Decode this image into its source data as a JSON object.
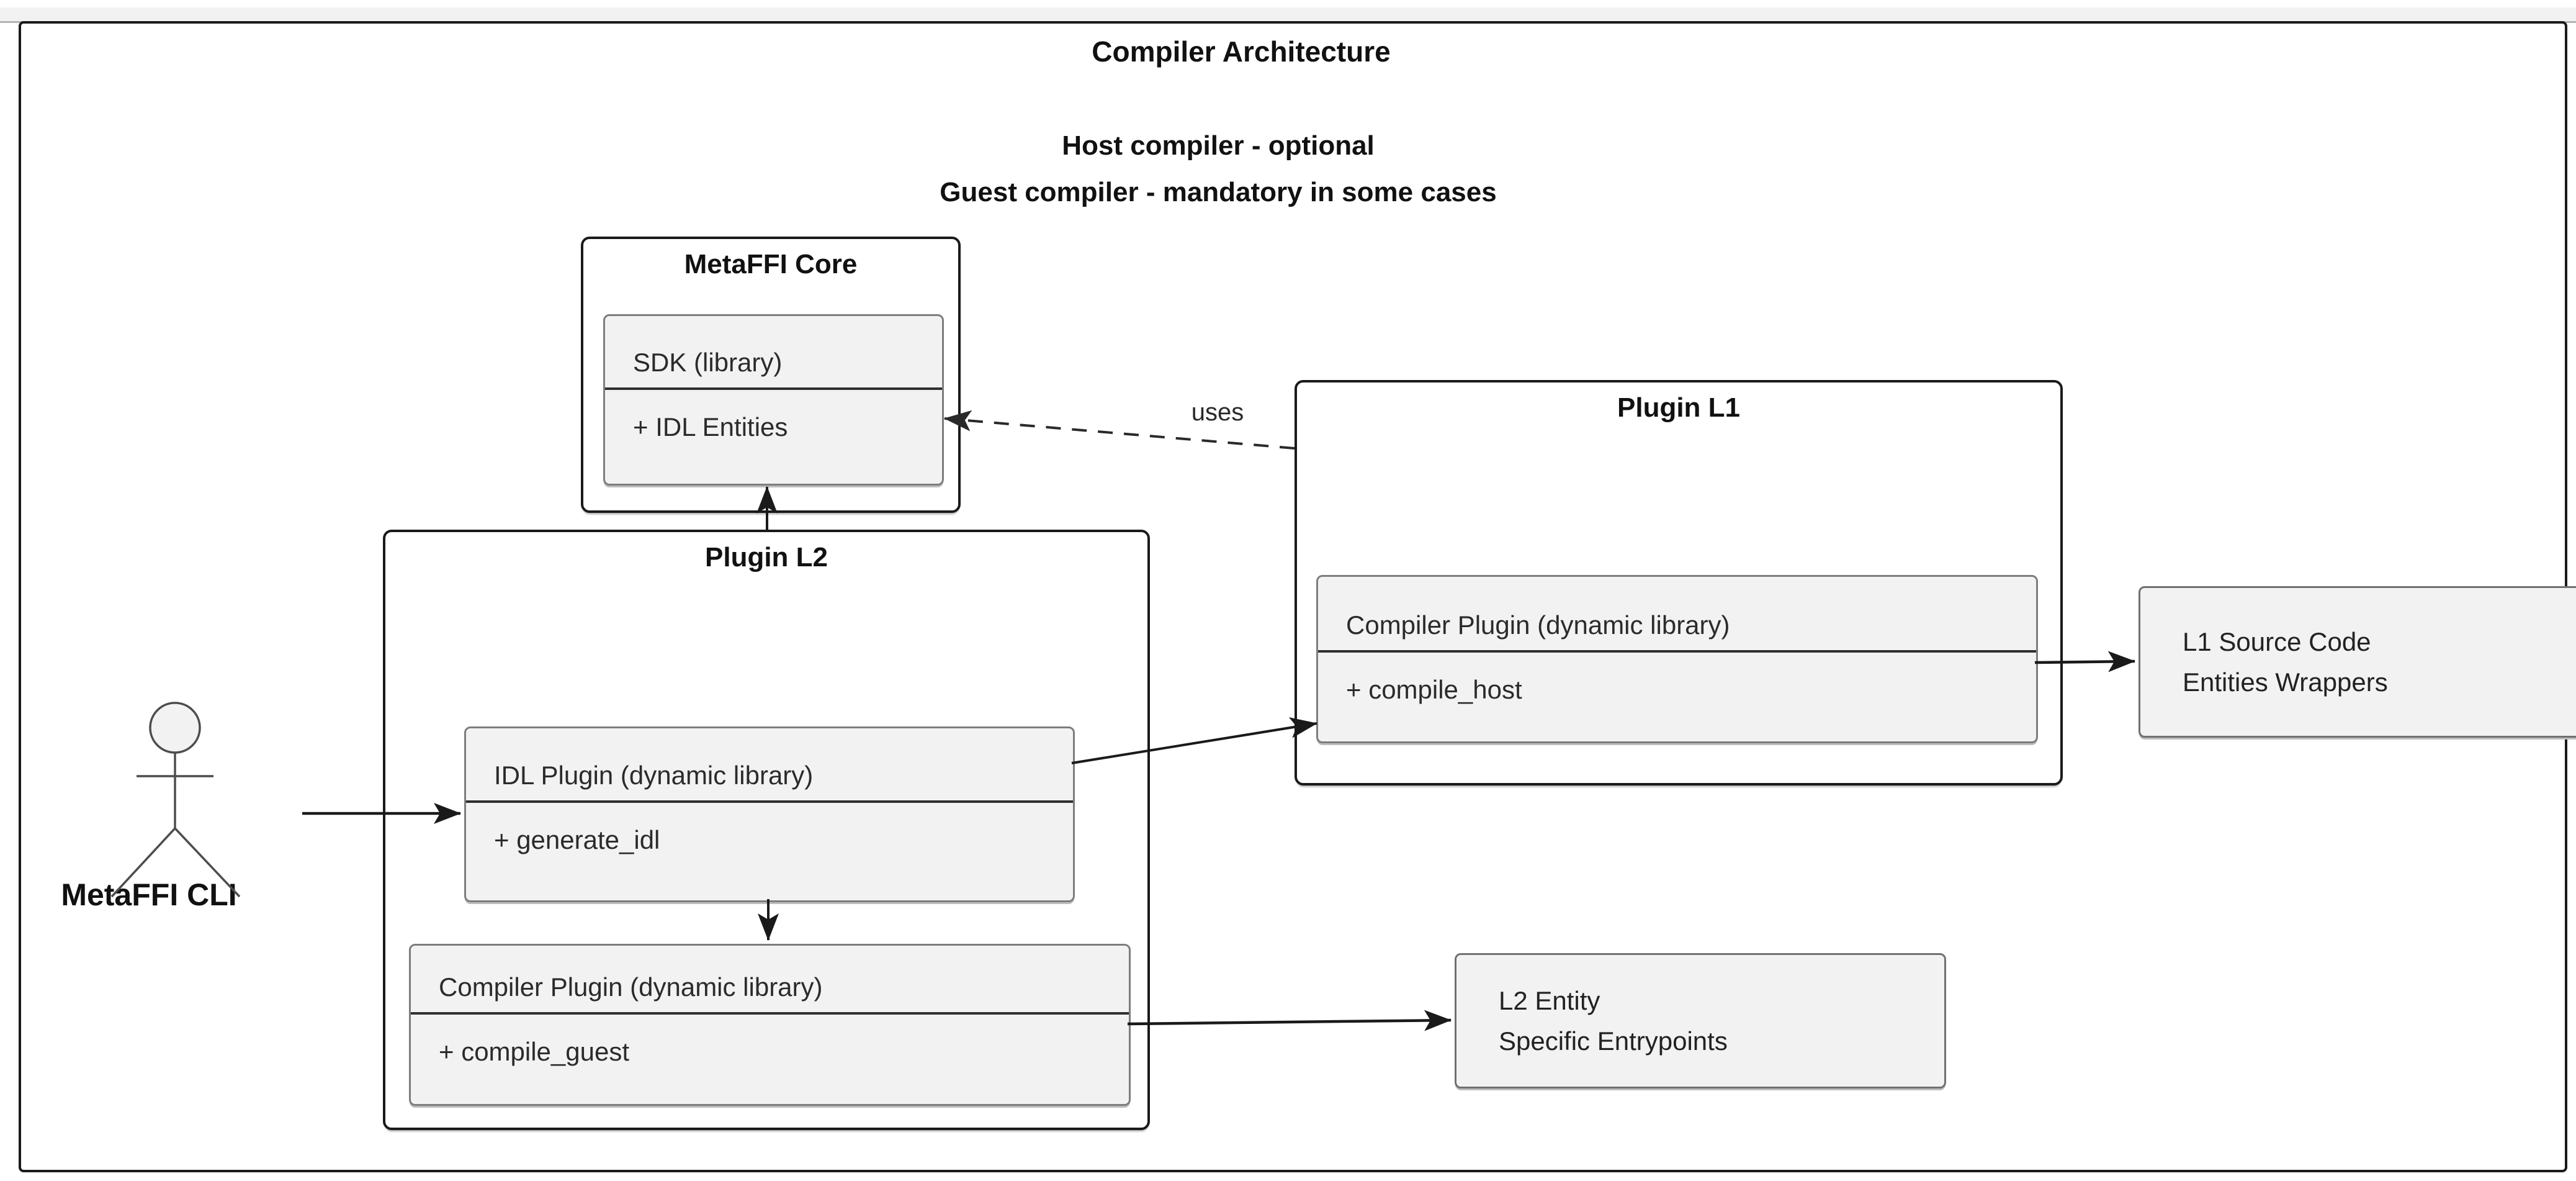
{
  "diagram": {
    "title": "Compiler Architecture",
    "subtitle": {
      "line1": "Host compiler - optional",
      "line2": "Guest compiler - mandatory in some cases"
    },
    "actor": {
      "label": "MetaFFI CLI"
    },
    "groups": {
      "metaffi_core": {
        "title": "MetaFFI Core",
        "sdk": {
          "name": "SDK (library)",
          "member": "+ IDL Entities"
        }
      },
      "plugin_l2": {
        "title": "Plugin L2",
        "idl_plugin": {
          "name": "IDL Plugin (dynamic library)",
          "member": "+ generate_idl"
        },
        "compiler_plugin": {
          "name": "Compiler Plugin (dynamic library)",
          "member": "+ compile_guest"
        }
      },
      "plugin_l1": {
        "title": "Plugin L1",
        "compiler_plugin": {
          "name": "Compiler Plugin (dynamic library)",
          "member": "+ compile_host"
        }
      }
    },
    "outputs": {
      "l1_wrappers": {
        "line1": "L1 Source Code",
        "line2": "Entities Wrappers"
      },
      "l2_entrypoints": {
        "line1": "L2 Entity",
        "line2": "Specific Entrypoints"
      }
    },
    "edges": {
      "uses_label": "uses"
    },
    "colors": {
      "frame_border": "#1a1a1a",
      "class_fill": "#f2f2f2",
      "class_border": "#7d7d7d",
      "divider": "#2f2f2f",
      "edge": "#1a1a1a",
      "top_band": "#f2f2f2",
      "background": "#ffffff",
      "text": "#222222"
    }
  }
}
